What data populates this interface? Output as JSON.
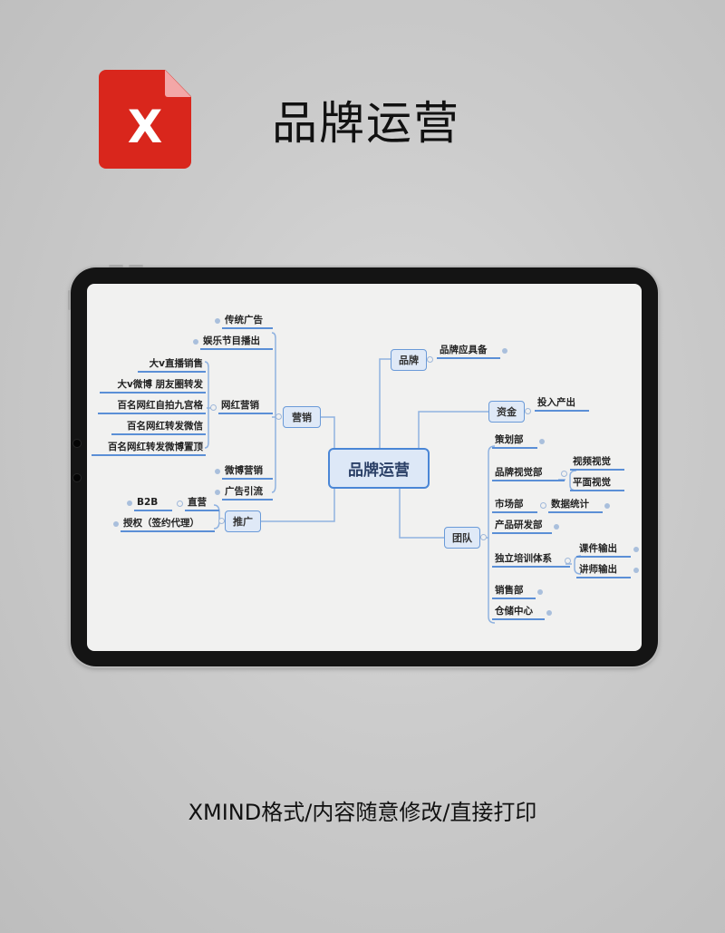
{
  "header": {
    "app_icon": "xmind-file-icon",
    "app_icon_letter": "X",
    "title": "品牌运营"
  },
  "mindmap": {
    "root": "品牌运营",
    "branches": {
      "marketing": {
        "label": "营销",
        "children": {
          "c1": "传统广告",
          "c2": "娱乐节目播出",
          "c3": {
            "label": "网红营销",
            "children": [
              "大v直播销售",
              "大v微博 朋友圈转发",
              "百名网红自拍九宫格",
              "百名网红转发微信",
              "百名网红转发微博置顶"
            ]
          },
          "c4": "微博营销",
          "c5": "广告引流"
        }
      },
      "promotion": {
        "label": "推广",
        "children": {
          "c1": {
            "label": "直营",
            "children": [
              "B2B"
            ]
          },
          "c2": "授权（签约代理）"
        }
      },
      "brand": {
        "label": "品牌",
        "children": [
          "品牌应具备"
        ]
      },
      "funding": {
        "label": "资金",
        "children": [
          "投入产出"
        ]
      },
      "team": {
        "label": "团队",
        "children": {
          "c1": "策划部",
          "c2": {
            "label": "品牌视觉部",
            "children": [
              "视频视觉",
              "平面视觉"
            ]
          },
          "c3": {
            "label": "市场部",
            "children": [
              "数据统计"
            ]
          },
          "c4": "产品研发部",
          "c5": {
            "label": "独立培训体系",
            "children": [
              "课件输出",
              "讲师输出"
            ]
          },
          "c6": "销售部",
          "c7": "仓储中心"
        }
      }
    }
  },
  "footer": {
    "caption": "XMIND格式/内容随意修改/直接打印"
  },
  "colors": {
    "logo_red": "#d9261c",
    "line_blue": "#5b8fd6",
    "node_fill": "#dfe9f7"
  }
}
